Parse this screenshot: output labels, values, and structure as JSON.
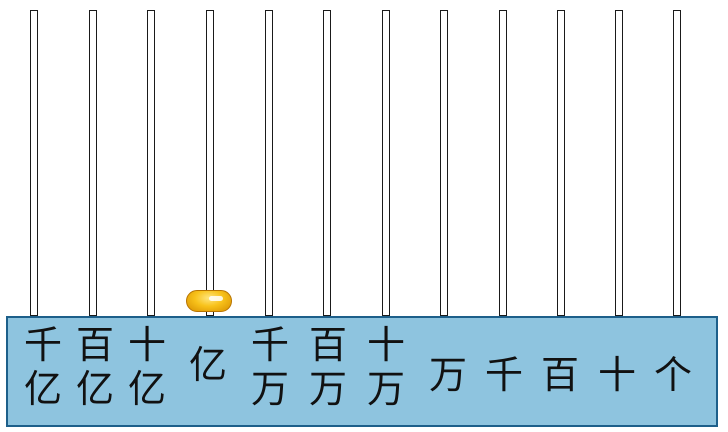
{
  "abacus": {
    "bead_color": "#f8c21a",
    "board_color": "#8ec4df",
    "bead_on_rod": 4,
    "place_values": [
      [
        "千",
        "亿"
      ],
      [
        "百",
        "亿"
      ],
      [
        "十",
        "亿"
      ],
      [
        "亿"
      ],
      [
        "千",
        "万"
      ],
      [
        "百",
        "万"
      ],
      [
        "十",
        "万"
      ],
      [
        "万"
      ],
      [
        "千"
      ],
      [
        "百"
      ],
      [
        "十"
      ],
      [
        "个"
      ]
    ]
  }
}
